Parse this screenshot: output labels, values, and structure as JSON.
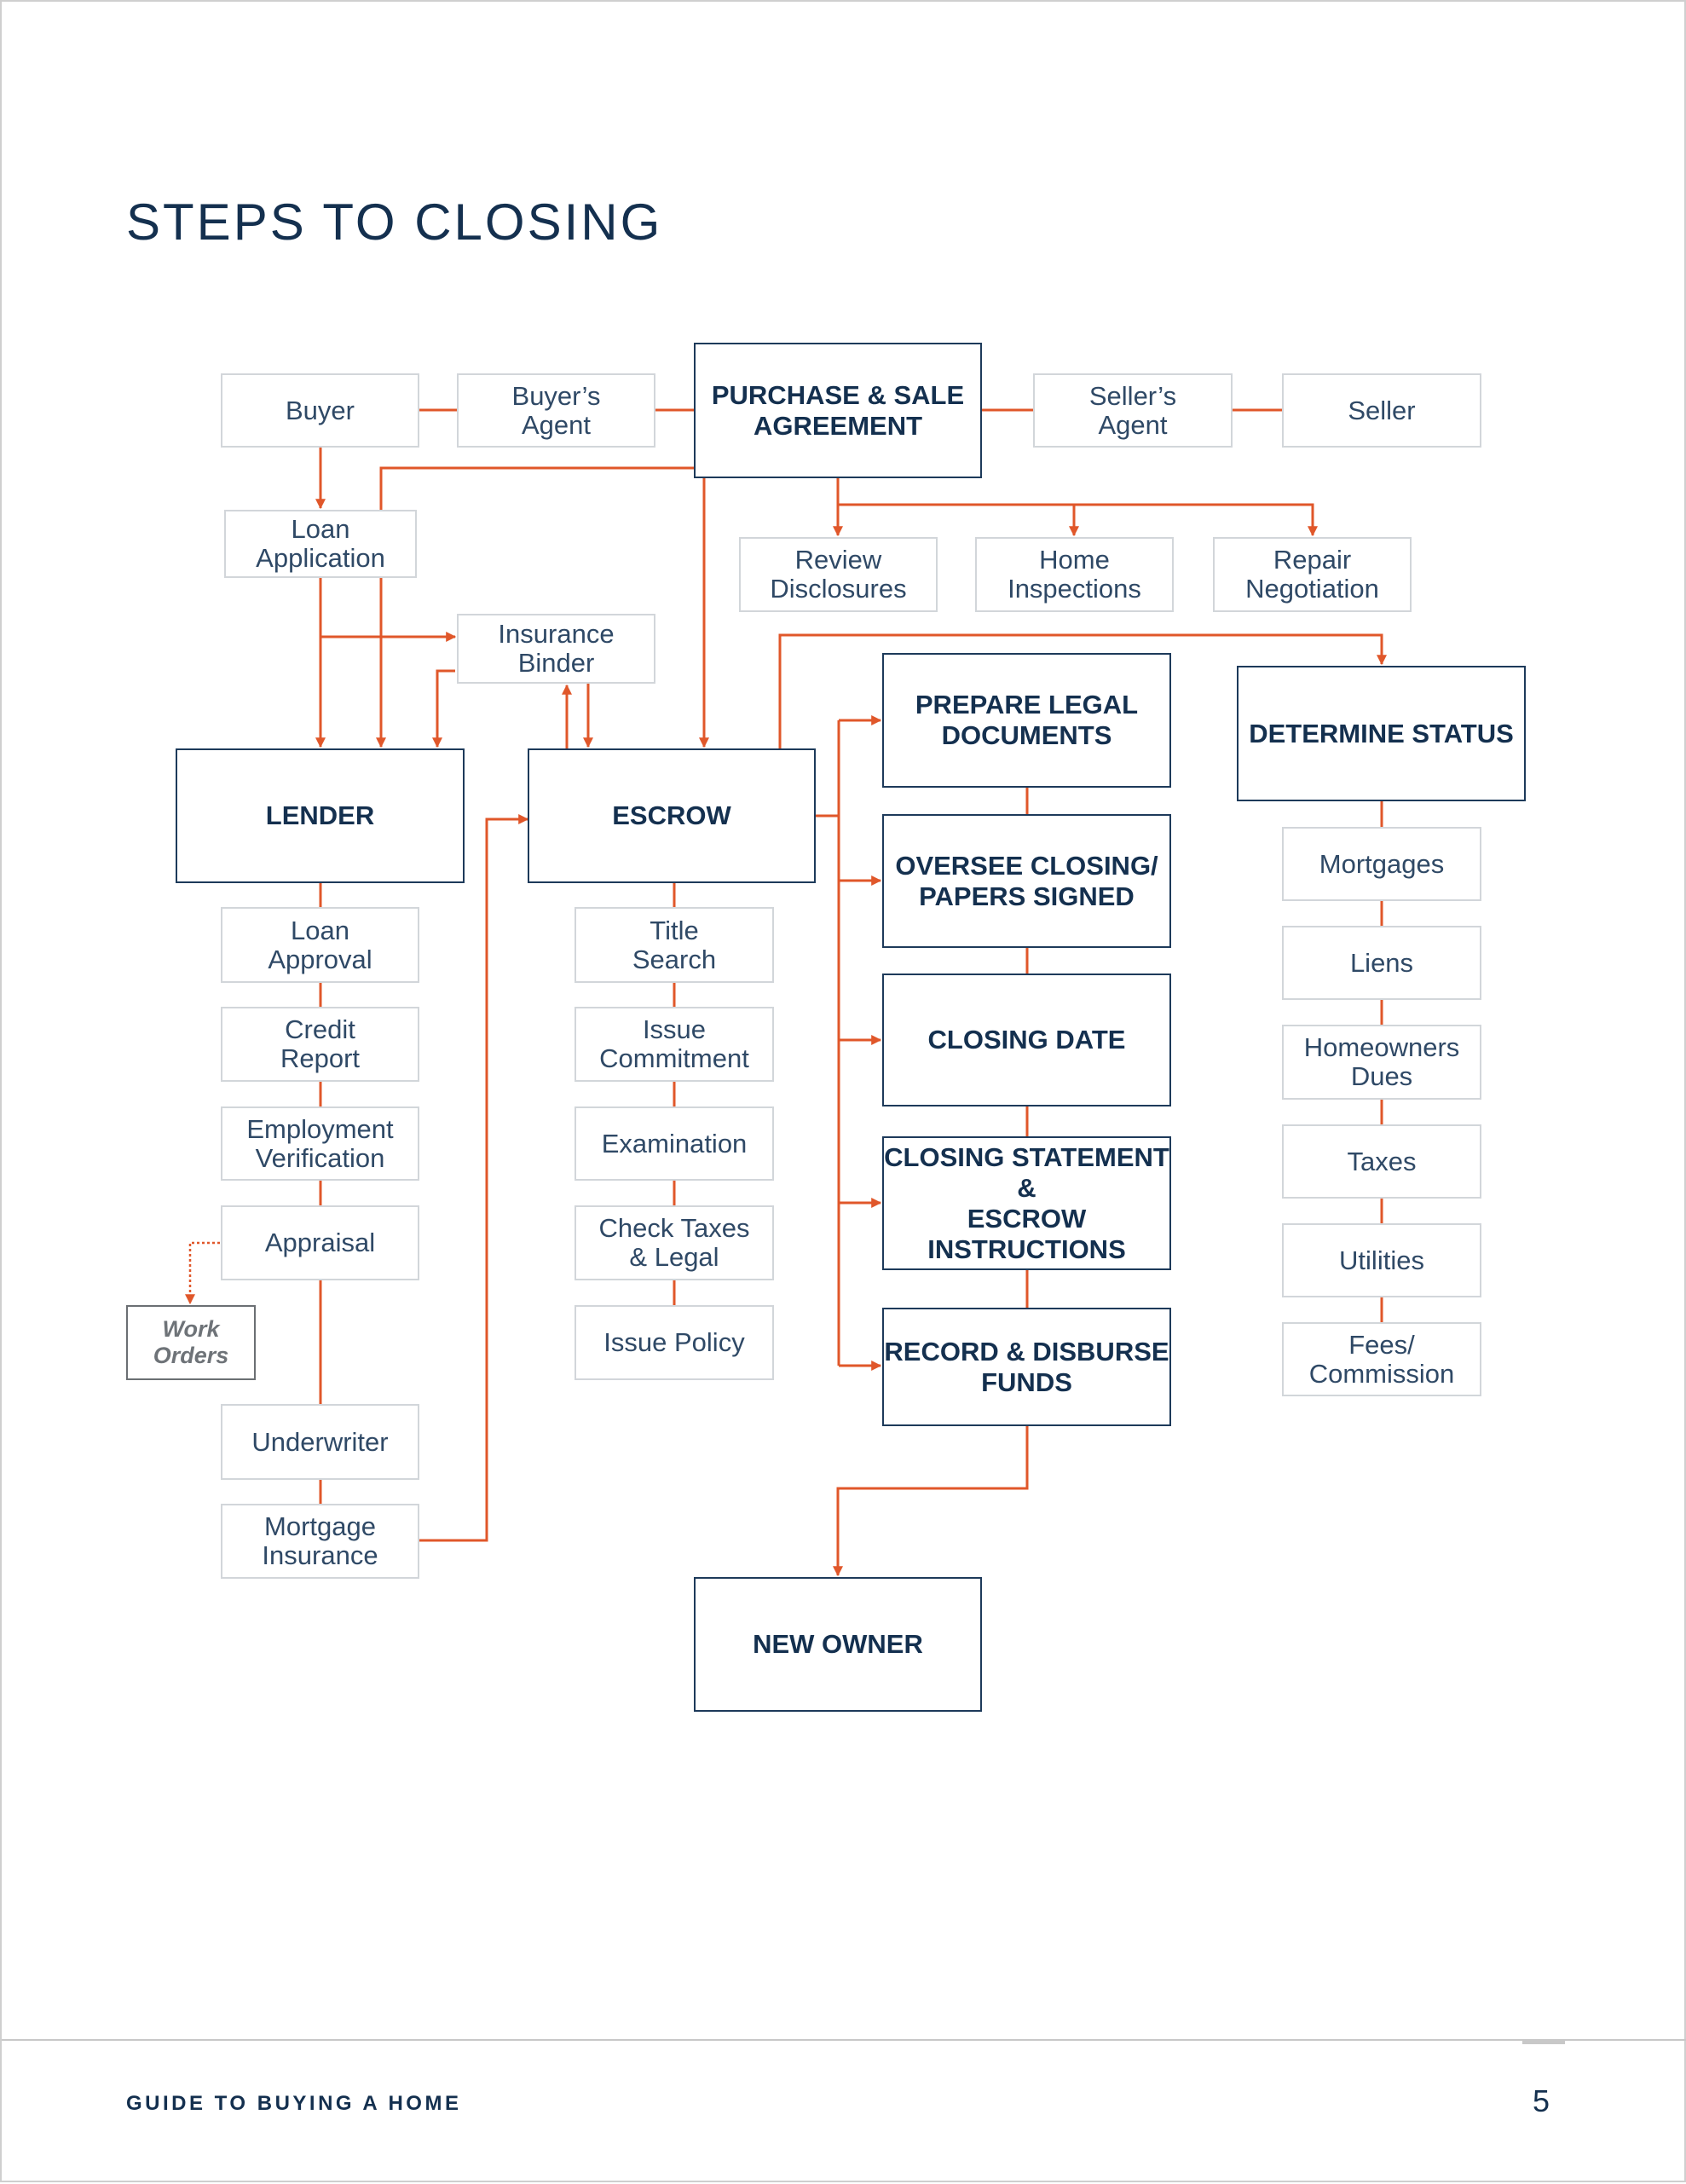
{
  "page_title": "STEPS TO CLOSING",
  "footer": {
    "guide_title": "GUIDE TO BUYING A HOME",
    "page_number": "5"
  },
  "colors": {
    "connector": "#E0572A",
    "box_border": "#1D3A5A",
    "text": "#14304F",
    "small_box_border": "#D2D6DA"
  },
  "nodes": {
    "buyer": "Buyer",
    "buyers_agent": "Buyer’s\nAgent",
    "purchase_sale_agreement": "PURCHASE & SALE\nAGREEMENT",
    "sellers_agent": "Seller’s\nAgent",
    "seller": "Seller",
    "loan_application": "Loan\nApplication",
    "review_disclosures": "Review\nDisclosures",
    "home_inspections": "Home\nInspections",
    "repair_negotiation": "Repair\nNegotiation",
    "insurance_binder": "Insurance\nBinder",
    "lender": "LENDER",
    "escrow": "ESCROW",
    "prepare_legal_documents": "PREPARE LEGAL\nDOCUMENTS",
    "determine_status": "DETERMINE STATUS",
    "loan_approval": "Loan\nApproval",
    "credit_report": "Credit\nReport",
    "employment_verification": "Employment\nVerification",
    "appraisal": "Appraisal",
    "work_orders": "Work\nOrders",
    "underwriter": "Underwriter",
    "mortgage_insurance": "Mortgage\nInsurance",
    "title_search": "Title\nSearch",
    "issue_commitment": "Issue\nCommitment",
    "examination": "Examination",
    "check_taxes_legal": "Check Taxes\n& Legal",
    "issue_policy": "Issue Policy",
    "oversee_closing": "OVERSEE CLOSING/\nPAPERS SIGNED",
    "closing_date": "CLOSING DATE",
    "closing_statement": "CLOSING STATEMENT &\nESCROW INSTRUCTIONS",
    "record_disburse": "RECORD & DISBURSE\nFUNDS",
    "new_owner": "NEW OWNER",
    "mortgages": "Mortgages",
    "liens": "Liens",
    "homeowners_dues": "Homeowners\nDues",
    "taxes": "Taxes",
    "utilities": "Utilities",
    "fees_commission": "Fees/\nCommission"
  }
}
